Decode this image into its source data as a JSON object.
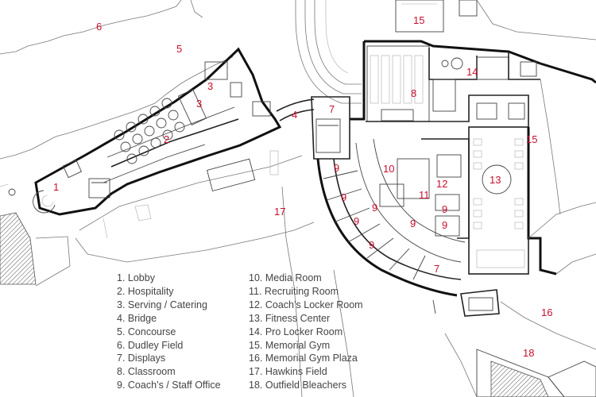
{
  "room_numbers": {
    "n1": "1",
    "n2": "2",
    "n3a": "3",
    "n3b": "3",
    "n4": "4",
    "n5": "5",
    "n6": "6",
    "n7a": "7",
    "n7b": "7",
    "n8": "8",
    "n9a": "9",
    "n9b": "9",
    "n9c": "9",
    "n9d": "9",
    "n9e": "9",
    "n9f": "9",
    "n9g": "9",
    "n9h": "9",
    "n10": "10",
    "n11": "11",
    "n12": "12",
    "n13": "13",
    "n14": "14",
    "n15a": "15",
    "n15b": "15",
    "n16": "16",
    "n17": "17",
    "n18": "18"
  },
  "legend_left": [
    "1. Lobby",
    "2. Hospitality",
    "3. Serving / Catering",
    "4. Bridge",
    "5. Concourse",
    "6. Dudley Field",
    "7. Displays",
    "8. Classroom",
    "9. Coach’s / Staff Office"
  ],
  "legend_right": [
    "10. Media Room",
    "11. Recruiting Room",
    "12. Coach’s Locker Room",
    "13. Fitness Center",
    "14. Pro Locker Room",
    "15. Memorial Gym",
    "16. Memorial Gym Plaza",
    "17. Hawkins Field",
    "18. Outfield Bleachers"
  ],
  "colors": {
    "room_number": "#c8102e",
    "legend_text": "#444444",
    "wall": "#111111"
  }
}
